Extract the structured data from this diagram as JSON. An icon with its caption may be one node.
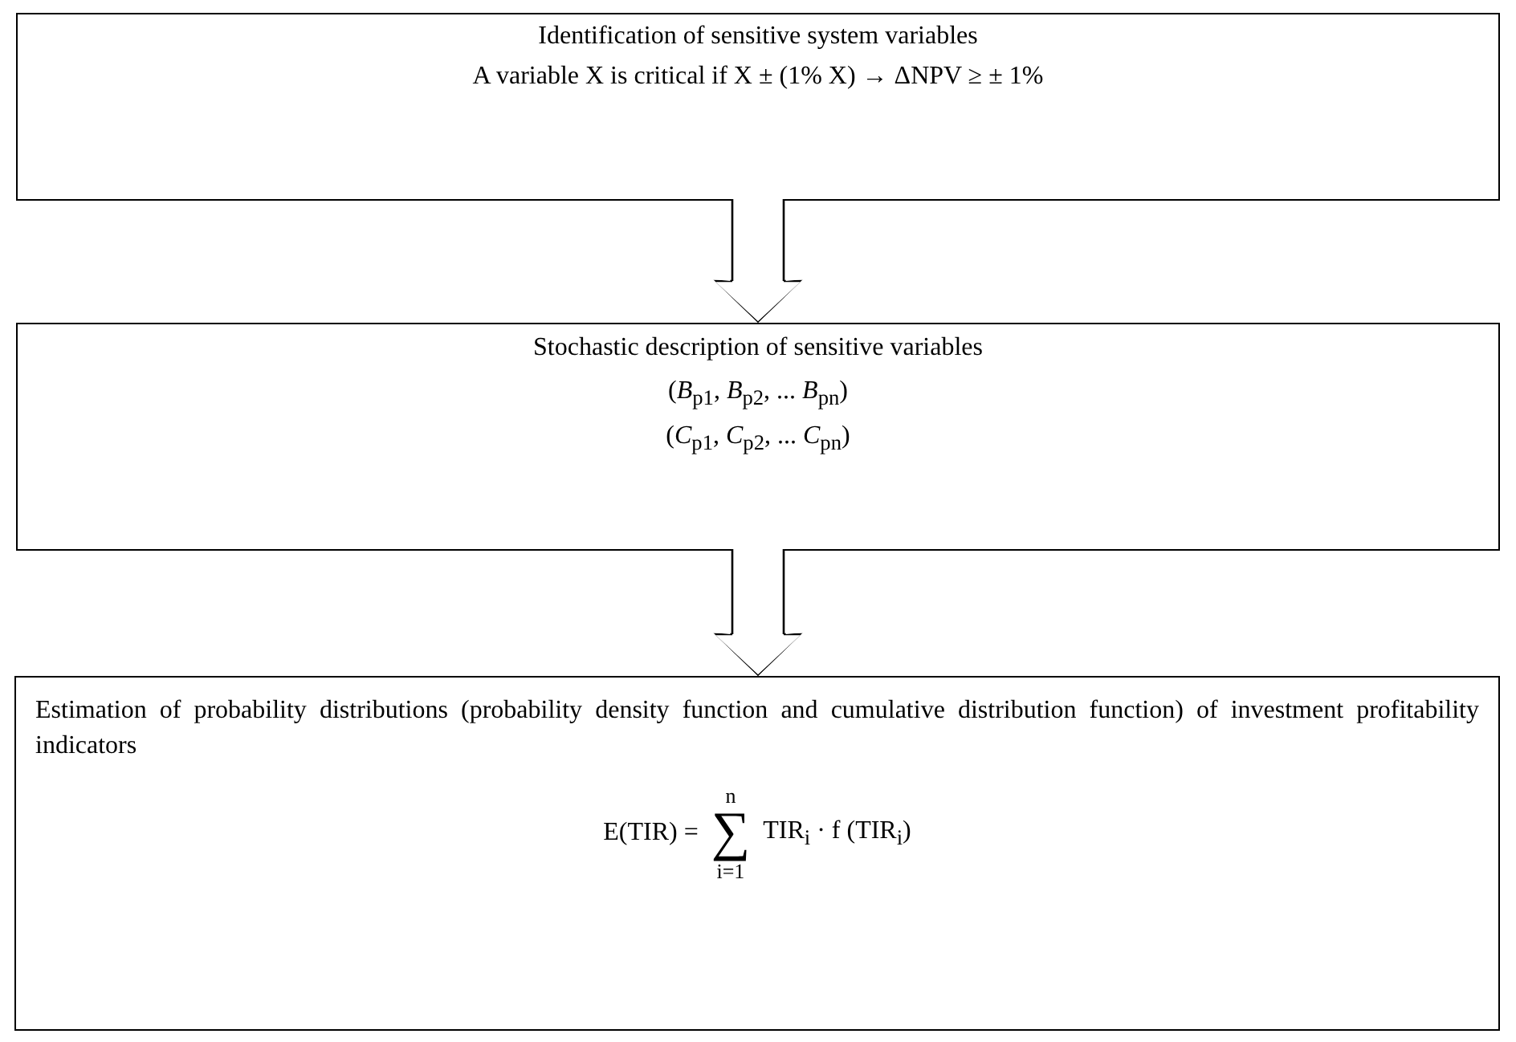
{
  "diagram": {
    "nodes": [
      {
        "text": [
          "Identification of sensitive system variables",
          "A variable X is critical if X ± (1% X) → ΔNPV ≥ ± 1%"
        ]
      },
      {
        "text": [
          "Stochastic description of sensitive variables",
          "(*B*$_{p1}$, *B*$_{p2}$, ... *B*$_{pn}$)",
          "(*C*$_{p1}$, *C*$_{p2}$, ... *C*$_{pn}$)"
        ]
      },
      {
        "text": [
          "Estimation of probability distributions (probability density function and cumulative distribution function) of investment profitability indicators",
          "E(TIR) =",
          "n",
          "∑",
          "i=1",
          "TIR$_{i}$ · f (TIR$_{i}$)"
        ]
      }
    ],
    "edges": [
      {
        "from": 0,
        "to": 1,
        "arrow": "to"
      },
      {
        "from": 1,
        "to": 2,
        "arrow": "to"
      }
    ]
  }
}
